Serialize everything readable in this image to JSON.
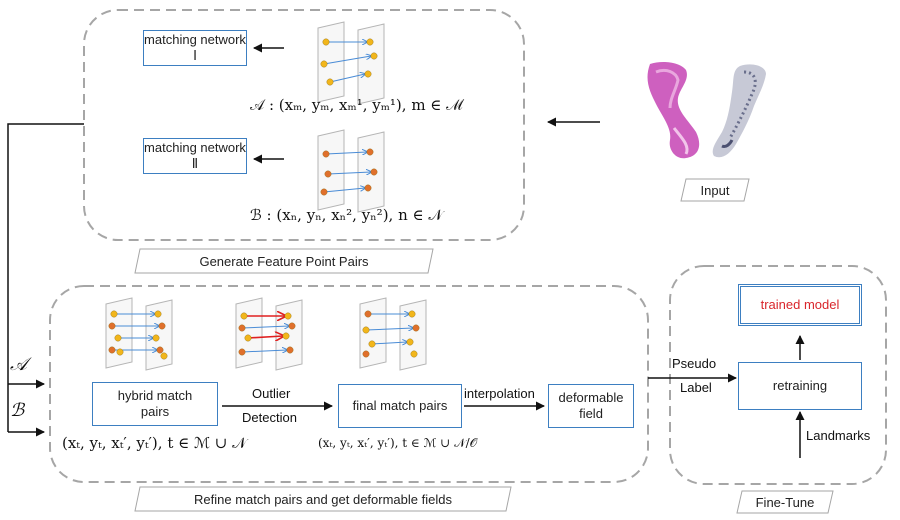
{
  "top_panel": {
    "network1_label": "matching network Ⅰ",
    "network2_label": "matching network Ⅱ",
    "formula_a": "𝒜 :  (xₘ, yₘ, xₘ¹, yₘ¹), m ∈ ℳ",
    "formula_b": "ℬ :  (xₙ, yₙ, xₙ², yₙ²), n ∈ 𝒩",
    "caption": "Generate Feature Point Pairs"
  },
  "input": {
    "caption": "Input"
  },
  "refine_panel": {
    "set_a_label": "𝒜",
    "set_b_label": "ℬ",
    "hybrid_label": "hybrid match pairs",
    "outlier_label_1": "Outlier",
    "outlier_label_2": "Detection",
    "final_label": "final match pairs",
    "interp_label": "interpolation",
    "deformable_label": "deformable field",
    "formula_hybrid": "(xₜ, yₜ, xₜ′, yₜ′), t ∈ ℳ ∪ 𝒩",
    "formula_final": "(xₜ, yₜ, xₜ′, yₜ′), t ∈ ℳ ∪ 𝒩/𝒪",
    "caption": "Refine match pairs and get deformable fields"
  },
  "finetune_panel": {
    "trained_model": "trained model",
    "retraining": "retraining",
    "pseudo_label_1": "Pseudo",
    "pseudo_label_2": "Label",
    "landmarks": "Landmarks",
    "caption": "Fine-Tune"
  },
  "colors": {
    "box_border": "#3d7fc1",
    "dashed_border": "#a6a6a6",
    "trained_model_text": "#d9262c",
    "point_yellow": "#f2b61b",
    "point_orange": "#e0702c",
    "match_line": "#4a8cd6",
    "outlier_line": "#e02020"
  }
}
